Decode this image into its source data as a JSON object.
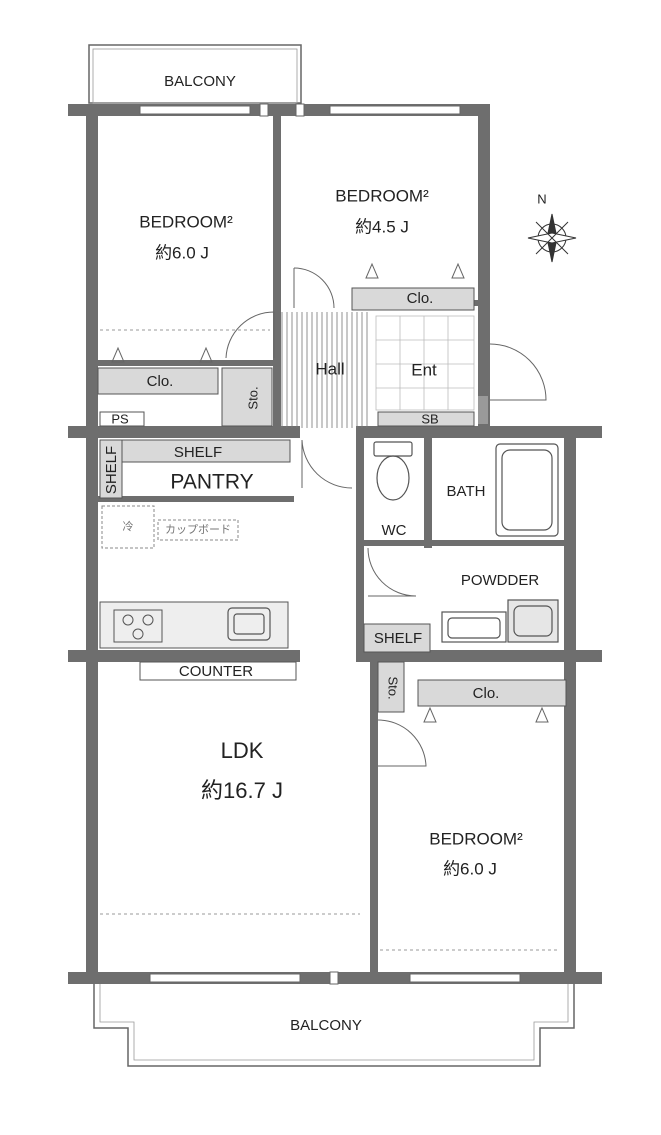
{
  "plan": {
    "balcony_top": "BALCONY",
    "balcony_bottom": "BALCONY",
    "bedroom_nw": {
      "name": "BEDROOM²",
      "size": "約6.0 J"
    },
    "bedroom_n": {
      "name": "BEDROOM²",
      "size": "約4.5 J"
    },
    "bedroom_se": {
      "name": "BEDROOM²",
      "size": "約6.0 J"
    },
    "ldk": {
      "name": "LDK",
      "size": "約16.7 J"
    },
    "closet": "Clo.",
    "storage": "Sto.",
    "hall": "Hall",
    "entrance": "Ent",
    "shoe_box": "SB",
    "pipe_space": "PS",
    "shelf": "SHELF",
    "pantry": "PANTRY",
    "bath": "BATH",
    "wc": "WC",
    "powder": "POWDDER",
    "counter": "COUNTER",
    "fridge": "冷",
    "cupboard": "カップボード",
    "compass_north": "N"
  },
  "colors": {
    "wall": "#6e6e6e",
    "closet_fill": "#d9d9d9",
    "line": "#555555"
  },
  "icons": [
    "compass-rose-icon",
    "stove-icon",
    "sink-icon",
    "toilet-icon",
    "bathtub-icon",
    "washbasin-icon",
    "washing-machine-icon"
  ]
}
